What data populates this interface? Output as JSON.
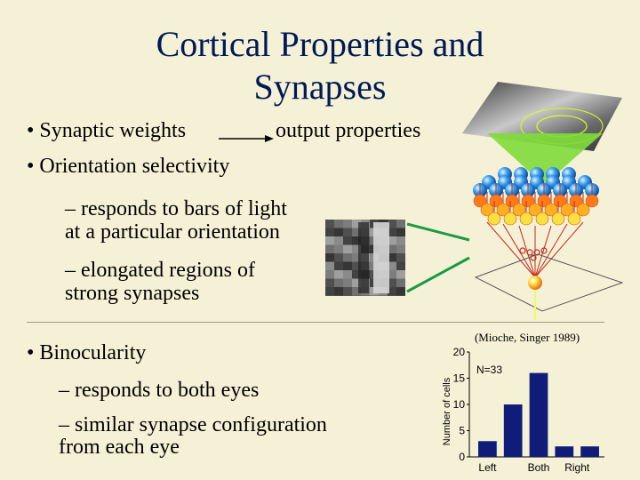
{
  "slide": {
    "title": "Cortical Properties and Synapses",
    "bullet_synaptic": "• Synaptic weights",
    "bullet_synaptic_output": "output properties",
    "bullet_orientation": "• Orientation selectivity",
    "sub_bars_1": "– responds to bars of light",
    "sub_bars_2": "at a particular orientation",
    "sub_elongated_1": "– elongated regions of",
    "sub_elongated_2": "strong synapses",
    "bullet_binocularity": "• Binocularity",
    "sub_both_eyes": "– responds to both eyes",
    "sub_similar_1": "– similar synapse configuration",
    "sub_similar_2": "from each eye"
  },
  "colors": {
    "title": "#001a55",
    "background": "#f5f1d6",
    "bars": "#0f1d78",
    "connector_lines": "#1a9a4a"
  },
  "chart_data": {
    "type": "bar",
    "citation": "(Mioche, Singer 1989)",
    "annotation": "N=33",
    "ylabel": "Number of cells",
    "ylim": [
      0,
      20
    ],
    "yticks": [
      0,
      5,
      10,
      15,
      20
    ],
    "xtick_labels": [
      "Left",
      "Both",
      "Right"
    ],
    "values": [
      3,
      10,
      16,
      2,
      2
    ],
    "grid": false,
    "legend": "none"
  }
}
